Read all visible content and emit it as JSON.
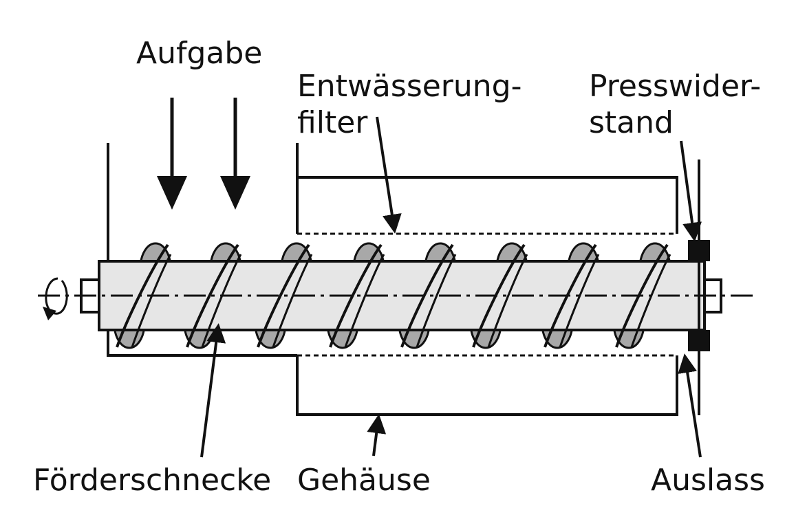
{
  "labels": {
    "feed": "Aufgabe",
    "filter_line1": "Entwässerung-",
    "filter_line2": "filter",
    "resistance_line1": "Presswider-",
    "resistance_line2": "stand",
    "screw": "Förderschnecke",
    "housing": "Gehäuse",
    "outlet": "Auslass"
  },
  "colors": {
    "line": "#111111",
    "shaft": "#e6e6e6",
    "flight": "#a8a8a8",
    "background": "#ffffff"
  },
  "icons": {
    "rotation": "rotation-arrow-icon"
  }
}
